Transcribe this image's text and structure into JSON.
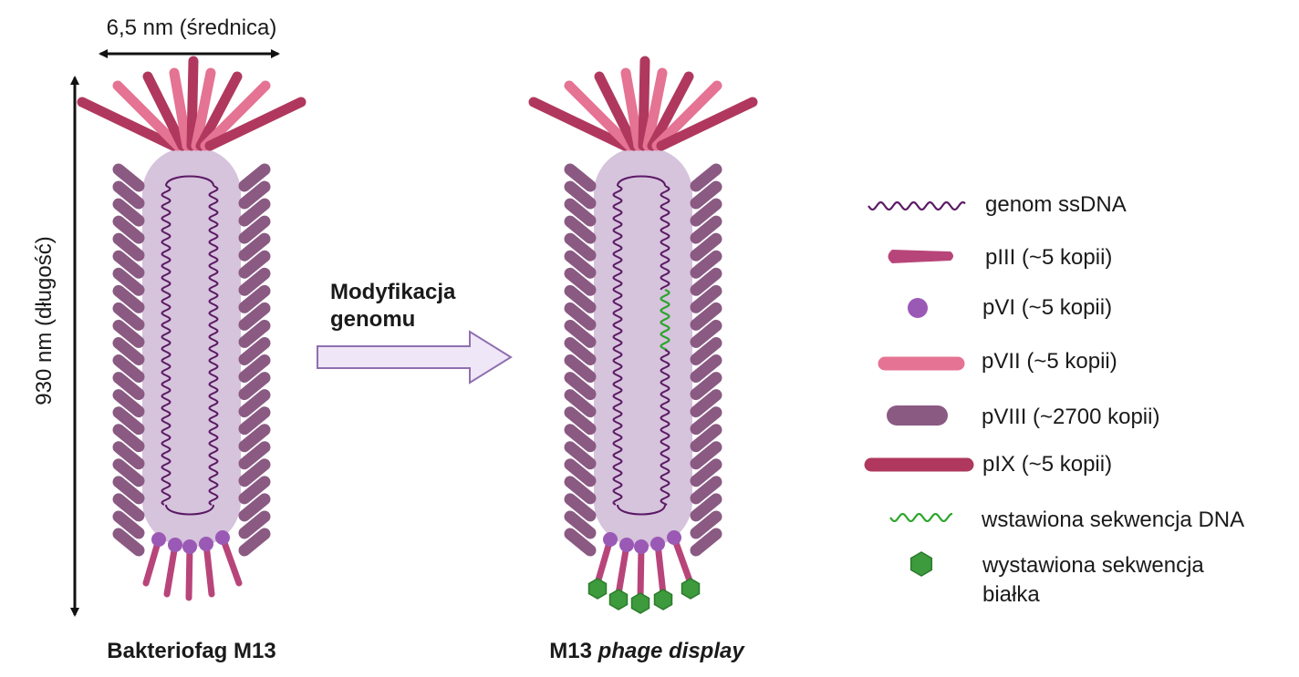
{
  "dimensions": {
    "diameter_label": "6,5 nm (średnica)",
    "length_label": "930 nm (długość)"
  },
  "arrow": {
    "label_line1": "Modyfikacja",
    "label_line2": "genomu"
  },
  "phages": {
    "left_title": "Bakteriofag M13",
    "right_title_prefix": "M13 ",
    "right_title_italic": "phage display"
  },
  "legend": [
    {
      "key": "ssdna",
      "label": "genom ssDNA"
    },
    {
      "key": "piii",
      "label": "pIII (~5 kopii)"
    },
    {
      "key": "pvi",
      "label": "pVI (~5 kopii)"
    },
    {
      "key": "pvii",
      "label": "pVII (~5 kopii)"
    },
    {
      "key": "pviii",
      "label": "pVIII (~2700 kopii)"
    },
    {
      "key": "pix",
      "label": "pIX (~5 kopii)"
    },
    {
      "key": "insert",
      "label": "wstawiona sekwencja DNA"
    },
    {
      "key": "displayed",
      "label_line1": "wystawiona sekwencja",
      "label_line2": "białka"
    }
  ],
  "colors": {
    "body": "#d6c3dc",
    "pviii": "#8a5a83",
    "pvii": "#e57393",
    "pix": "#b0385f",
    "piii": "#b8457a",
    "pvi": "#9b59b6",
    "ssdna": "#5b1a64",
    "insert": "#2ca52c",
    "displayed_protein": "#3d9a3d",
    "arrow_fill": "#efe6f7",
    "arrow_stroke": "#8f6fb0"
  }
}
